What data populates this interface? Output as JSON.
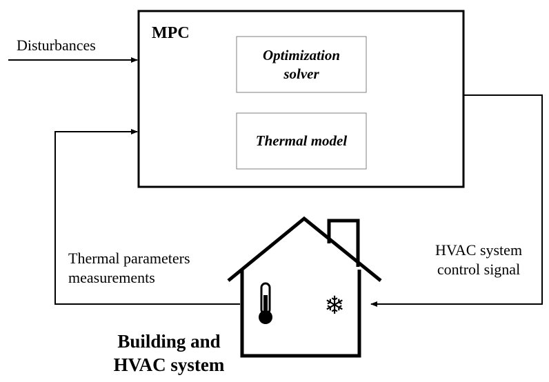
{
  "mpc": {
    "title": "MPC",
    "optimization_line1": "Optimization",
    "optimization_line2": "solver",
    "thermal_model": "Thermal model"
  },
  "inputs": {
    "disturbances": "Disturbances"
  },
  "feedback": {
    "line1": "Thermal parameters",
    "line2": "measurements"
  },
  "control": {
    "line1": "HVAC system",
    "line2": "control signal"
  },
  "building": {
    "line1": "Building and",
    "line2": "HVAC system",
    "thermometer_icon": "thermometer-icon",
    "snowflake_icon": "snowflake-icon",
    "snowflake_glyph": "❄"
  },
  "colors": {
    "stroke": "#000000",
    "box_border": "#7f7f7f",
    "background": "#ffffff"
  }
}
